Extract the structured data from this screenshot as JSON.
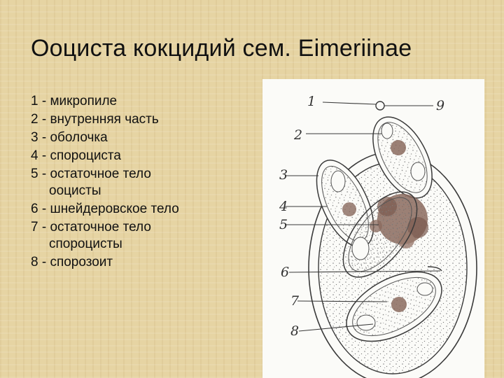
{
  "slide": {
    "title": "Ооциста кокцидий сем. Eimeriinae"
  },
  "legend": [
    {
      "line1": "1 - микропиле",
      "line2": ""
    },
    {
      "line1": "2 - внутренняя часть",
      "line2": ""
    },
    {
      "line1": "3 - оболочка",
      "line2": ""
    },
    {
      "line1": "4 - спороциста",
      "line2": ""
    },
    {
      "line1": "5 - остаточное тело",
      "line2": "ооцисты"
    },
    {
      "line1": "6 - шнейдеровское тело",
      "line2": ""
    },
    {
      "line1": "7 - остаточное тело",
      "line2": "спороцисты"
    },
    {
      "line1": "8 - спорозоит",
      "line2": ""
    }
  ],
  "diagram": {
    "labels": [
      "1",
      "2",
      "3",
      "4",
      "5",
      "6",
      "7",
      "8",
      "9"
    ],
    "colors": {
      "ink": "#3a3a3a",
      "paper": "#fbfbf8",
      "residual_body": "#8a6a5e",
      "stipple": "#777777"
    }
  }
}
